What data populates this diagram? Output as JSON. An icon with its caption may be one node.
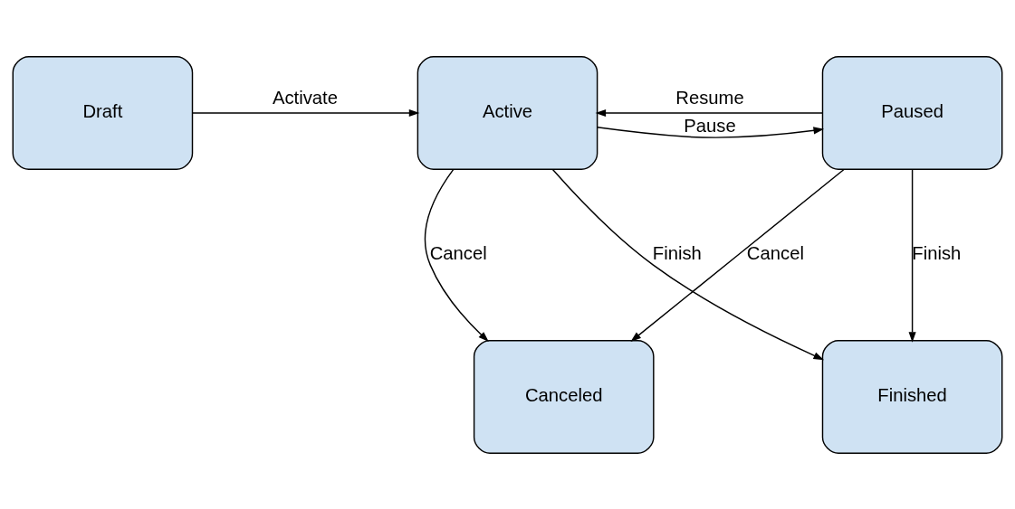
{
  "diagram": {
    "nodes": [
      {
        "text": [
          "Draft"
        ]
      },
      {
        "text": [
          "Active"
        ]
      },
      {
        "text": [
          "Paused"
        ]
      },
      {
        "text": [
          "Canceled"
        ]
      },
      {
        "text": [
          "Finished"
        ]
      }
    ],
    "edges": [
      {
        "from": 0,
        "to": 1,
        "arrow": "to",
        "label": "Activate"
      },
      {
        "from": 1,
        "to": 2,
        "arrow": "to",
        "label": "Pause"
      },
      {
        "from": 2,
        "to": 1,
        "arrow": "to",
        "label": "Resume"
      },
      {
        "from": 1,
        "to": 3,
        "arrow": "to",
        "label": "Cancel"
      },
      {
        "from": 1,
        "to": 4,
        "arrow": "to",
        "label": "Finish"
      },
      {
        "from": 2,
        "to": 3,
        "arrow": "to",
        "label": "Cancel"
      },
      {
        "from": 2,
        "to": 4,
        "arrow": "to",
        "label": "Finish"
      }
    ]
  }
}
